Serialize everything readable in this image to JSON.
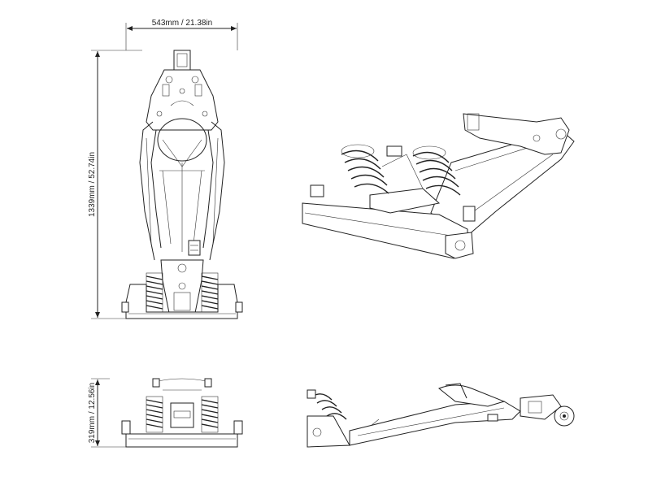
{
  "dimensions": {
    "width_label": "543mm / 21.38in",
    "length_label": "1339mm / 52.74in",
    "height_label": "319mm / 12.56in"
  }
}
